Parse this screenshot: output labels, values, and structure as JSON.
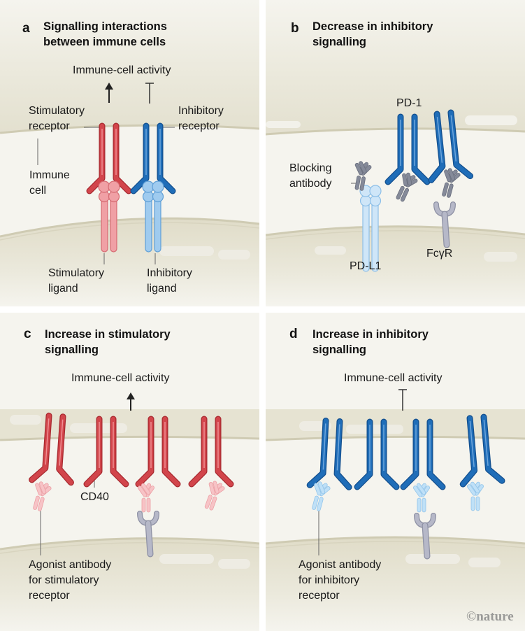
{
  "panels": {
    "a": {
      "letter": "a",
      "title_line1": "Signalling interactions",
      "title_line2": "between immune cells",
      "activity": "Immune-cell activity",
      "stim_receptor_1": "Stimulatory",
      "stim_receptor_2": "receptor",
      "inhib_receptor_1": "Inhibitory",
      "inhib_receptor_2": "receptor",
      "immune_cell_1": "Immune",
      "immune_cell_2": "cell",
      "stim_ligand_1": "Stimulatory",
      "stim_ligand_2": "ligand",
      "inhib_ligand_1": "Inhibitory",
      "inhib_ligand_2": "ligand"
    },
    "b": {
      "letter": "b",
      "title_line1": "Decrease in inhibitory",
      "title_line2": "signalling",
      "pd1": "PD-1",
      "blocking_1": "Blocking",
      "blocking_2": "antibody",
      "pdl1": "PD-L1",
      "fcgr": "FcγR"
    },
    "c": {
      "letter": "c",
      "title_line1": "Increase in stimulatory",
      "title_line2": "signalling",
      "activity": "Immune-cell activity",
      "cd40": "CD40",
      "agonist_1": "Agonist antibody",
      "agonist_2": "for stimulatory",
      "agonist_3": "receptor"
    },
    "d": {
      "letter": "d",
      "title_line1": "Increase in inhibitory",
      "title_line2": "signalling",
      "activity": "Immune-cell activity",
      "agonist_1": "Agonist antibody",
      "agonist_2": "for inhibitory",
      "agonist_3": "receptor",
      "copyright": "©nature"
    }
  },
  "colors": {
    "stimulatory": "#c8373c",
    "stimulatory_light": "#f2a7ab",
    "inhibitory": "#1b64ad",
    "inhibitory_light": "#a8d0f0",
    "antibody_grey": "#7c8190",
    "fc_receptor": "#b4b6c6",
    "cell_fill": "#e8e5d6",
    "background": "#f5f4ee"
  }
}
